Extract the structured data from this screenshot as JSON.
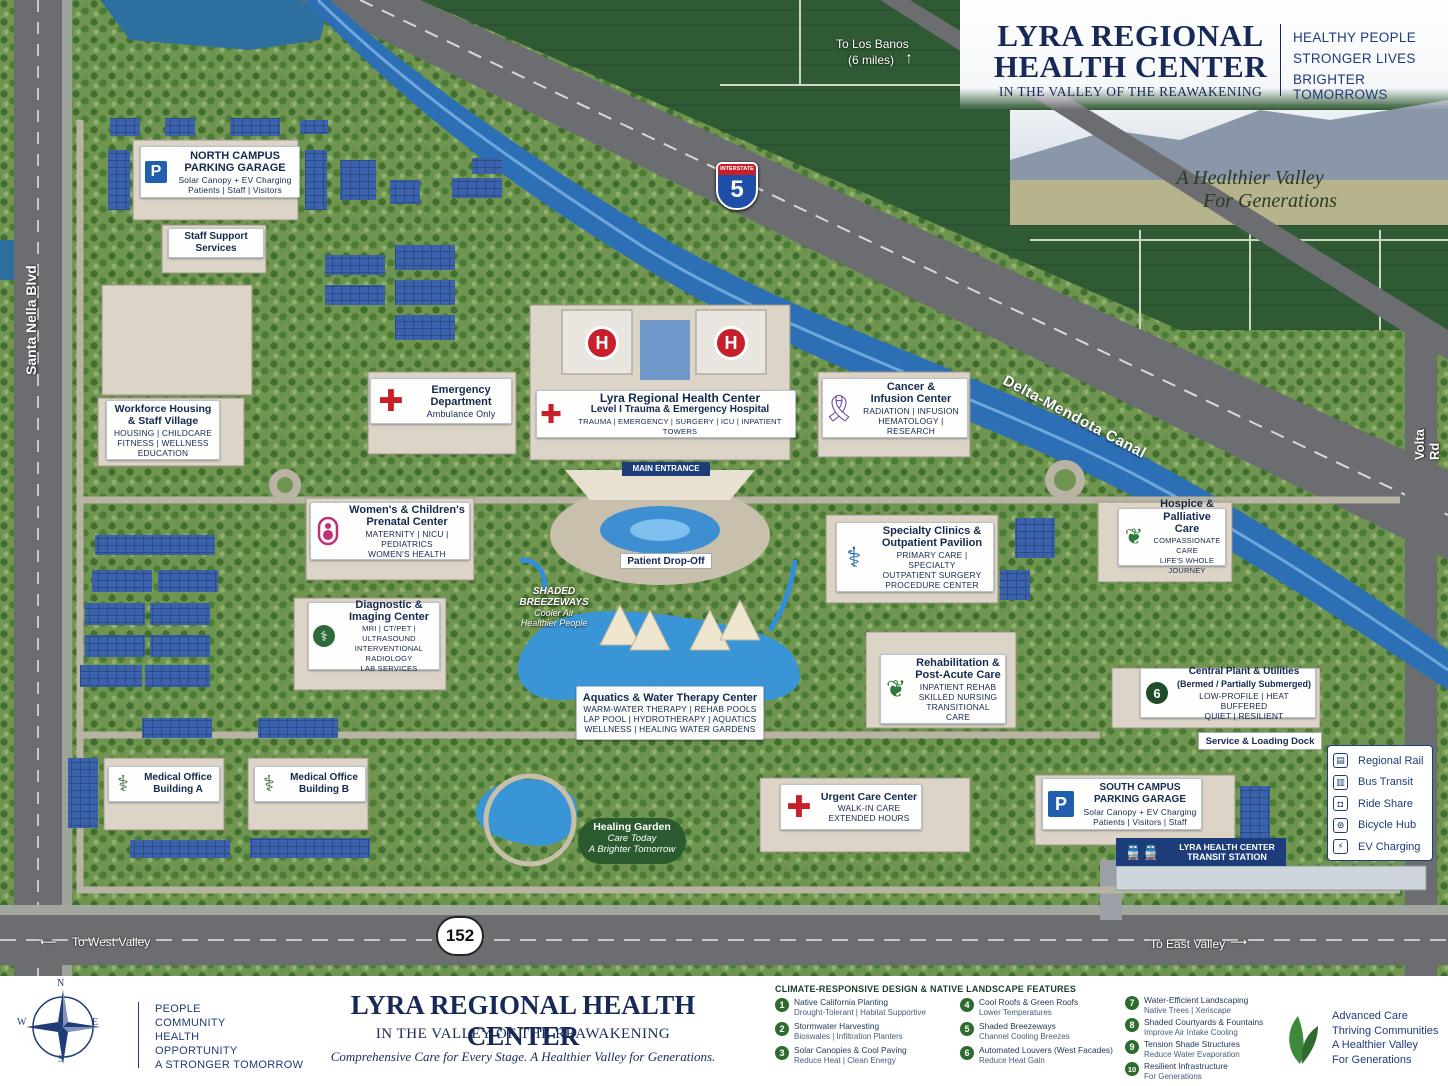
{
  "header": {
    "title_line1": "LYRA REGIONAL",
    "title_line2": "HEALTH CENTER",
    "subtitle": "IN THE VALLEY OF THE REAWAKENING",
    "taglines": [
      "HEALTHY PEOPLE",
      "STRONGER LIVES",
      "BRIGHTER TOMORROWS"
    ],
    "valley_slogan_line1": "A Healthier Valley",
    "valley_slogan_line2": "For Generations"
  },
  "roads": {
    "santa_nella": "Santa Nella Blvd",
    "volta": "Volta Rd",
    "interstate_label": "INTERSTATE",
    "interstate_number": "5",
    "highway_152": "152",
    "canal": "Delta-Mendota Canal",
    "to_los_banos": "To Los Banos",
    "los_banos_distance": "(6 miles)",
    "to_west_valley": "To West Valley",
    "to_east_valley": "To East Valley"
  },
  "buildings": {
    "north_garage": {
      "name1": "NORTH CAMPUS",
      "name2": "PARKING GARAGE",
      "sub1": "Solar Canopy + EV Charging",
      "sub2": "Patients | Staff | Visitors",
      "badge": "P"
    },
    "staff_support": {
      "name1": "Staff Support",
      "name2": "Services"
    },
    "workforce": {
      "name1": "Workforce Housing",
      "name2": "& Staff Village",
      "sub1": "HOUSING | CHILDCARE",
      "sub2": "FITNESS | WELLNESS",
      "sub3": "EDUCATION"
    },
    "emergency": {
      "name1": "Emergency",
      "name2": "Department",
      "sub1": "Ambulance Only"
    },
    "main_hospital": {
      "name1": "Lyra Regional Health Center",
      "name2": "Level I Trauma & Emergency Hospital",
      "sub1": "TRAUMA | EMERGENCY | SURGERY | ICU | INPATIENT TOWERS",
      "helipad": "H"
    },
    "cancer": {
      "name1": "Cancer &",
      "name2": "Infusion Center",
      "sub1": "RADIATION | INFUSION",
      "sub2": "HEMATOLOGY | RESEARCH"
    },
    "main_entrance": "MAIN ENTRANCE",
    "patient_dropoff": "Patient Drop-Off",
    "womens": {
      "name1": "Women's & Children's",
      "name2": "Prenatal Center",
      "sub1": "MATERNITY | NICU | PEDIATRICS",
      "sub2": "WOMEN'S HEALTH"
    },
    "specialty": {
      "name1": "Specialty Clinics &",
      "name2": "Outpatient Pavilion",
      "sub1": "PRIMARY CARE | SPECIALTY",
      "sub2": "OUTPATIENT SURGERY",
      "sub3": "PROCEDURE CENTER"
    },
    "hospice": {
      "name1": "Hospice &",
      "name2": "Palliative Care",
      "sub1": "COMPASSIONATE CARE",
      "sub2": "LIFE'S WHOLE JOURNEY"
    },
    "diagnostic": {
      "name1": "Diagnostic &",
      "name2": "Imaging Center",
      "sub1": "MRI | CT/PET | ULTRASOUND",
      "sub2": "INTERVENTIONAL RADIOLOGY",
      "sub3": "LAB SERVICES"
    },
    "breezeways": {
      "line1": "SHADED",
      "line2": "BREEZEWAYS",
      "line3": "Cooler Air",
      "line4": "Healthier People"
    },
    "rehab": {
      "name1": "Rehabilitation &",
      "name2": "Post-Acute Care",
      "sub1": "INPATIENT REHAB",
      "sub2": "SKILLED NURSING",
      "sub3": "TRANSITIONAL CARE"
    },
    "central_plant": {
      "badge": "6",
      "name1": "Central Plant & Utilities",
      "name2": "(Bermed / Partially Submerged)",
      "sub1": "LOW-PROFILE | HEAT BUFFERED",
      "sub2": "QUIET | RESILIENT"
    },
    "aquatics": {
      "name1": "Aquatics & Water Therapy Center",
      "sub1": "WARM-WATER THERAPY | REHAB POOLS",
      "sub2": "LAP POOL | HYDROTHERAPY | AQUATICS",
      "sub3": "WELLNESS | HEALING WATER GARDENS"
    },
    "service_dock": "Service & Loading Dock",
    "medical_a": {
      "name1": "Medical Office",
      "name2": "Building A"
    },
    "medical_b": {
      "name1": "Medical Office",
      "name2": "Building B"
    },
    "urgent": {
      "name1": "Urgent Care Center",
      "sub1": "WALK-IN CARE",
      "sub2": "EXTENDED HOURS"
    },
    "south_garage": {
      "name1": "SOUTH CAMPUS",
      "name2": "PARKING GARAGE",
      "sub1": "Solar Canopy + EV Charging",
      "sub2": "Patients | Visitors | Staff",
      "badge": "P"
    },
    "healing_garden": {
      "name1": "Healing Garden",
      "sub1": "Care Today",
      "sub2": "A Brighter Tomorrow"
    },
    "transit_station": {
      "name1": "LYRA HEALTH CENTER",
      "name2": "TRANSIT STATION"
    }
  },
  "transit_legend": [
    {
      "label": "Regional Rail",
      "icon": "rail-icon"
    },
    {
      "label": "Bus Transit",
      "icon": "bus-icon"
    },
    {
      "label": "Ride Share",
      "icon": "car-icon"
    },
    {
      "label": "Bicycle Hub",
      "icon": "bicycle-icon"
    },
    {
      "label": "EV Charging",
      "icon": "ev-plug-icon"
    }
  ],
  "footer": {
    "compass": {
      "n": "N",
      "s": "S",
      "e": "E",
      "w": "W"
    },
    "people": [
      "PEOPLE",
      "COMMUNITY",
      "HEALTH",
      "OPPORTUNITY",
      "A STRONGER TOMORROW"
    ],
    "title": "LYRA REGIONAL HEALTH CENTER",
    "subtitle": "IN THE VALLEY OF THE REAWAKENING",
    "slogan": "Comprehensive Care for Every Stage.   A Healthier Valley for Generations.",
    "features_title": "CLIMATE-RESPONSIVE DESIGN & NATIVE LANDSCAPE FEATURES",
    "features": [
      {
        "num": "1",
        "title": "Native California Planting",
        "desc": "Drought-Tolerant | Habitat Supportive"
      },
      {
        "num": "2",
        "title": "Stormwater Harvesting",
        "desc": "Bioswales | Infiltration Planters"
      },
      {
        "num": "3",
        "title": "Solar Canopies & Cool Paving",
        "desc": "Reduce Heat | Clean Energy"
      },
      {
        "num": "4",
        "title": "Cool Roofs & Green Roofs",
        "desc": "Lower Temperatures"
      },
      {
        "num": "5",
        "title": "Shaded Breezeways",
        "desc": "Channel Cooling Breezes"
      },
      {
        "num": "6",
        "title": "Automated Louvers (West Facades)",
        "desc": "Reduce Heat Gain"
      },
      {
        "num": "7",
        "title": "Water-Efficient Landscaping",
        "desc": "Native Trees | Xeriscape"
      },
      {
        "num": "8",
        "title": "Shaded Courtyards & Fountains",
        "desc": "Improve Air Intake Cooling"
      },
      {
        "num": "9",
        "title": "Tension Shade Structures",
        "desc": "Reduce Water Evaporation"
      },
      {
        "num": "10",
        "title": "Resilient Infrastructure",
        "desc": "For Generations"
      }
    ],
    "advanced": [
      "Advanced Care",
      "Thriving Communities",
      "A Healthier Valley",
      "For Generations"
    ]
  },
  "colors": {
    "navy": "#172a57",
    "grass": "#6f9550",
    "water": "#2d6fb5",
    "road": "#6b6d70",
    "red_cross": "#c8202a",
    "farmland": "#2f5a34"
  }
}
